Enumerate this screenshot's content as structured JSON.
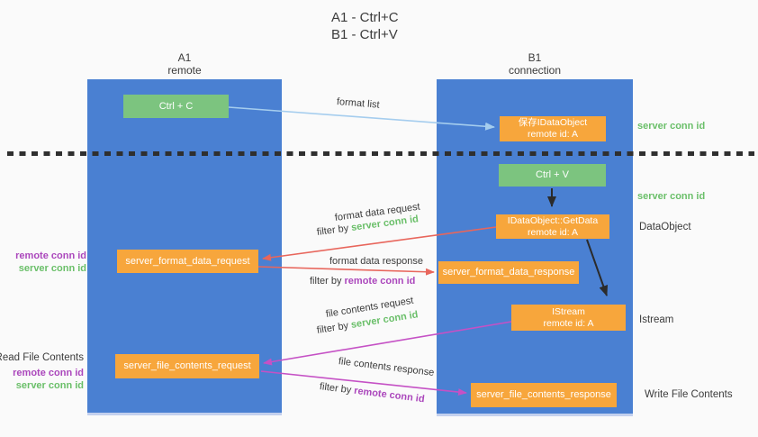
{
  "title": {
    "line1": "A1 - Ctrl+C",
    "line2": "B1 - Ctrl+V"
  },
  "lanes": {
    "left": {
      "id": "A1",
      "role": "remote"
    },
    "right": {
      "id": "B1",
      "role": "connection"
    }
  },
  "boxes": {
    "ctrl_c": "Ctrl + C",
    "ctrl_v": "Ctrl + V",
    "save_dataobject": {
      "title": "保存IDataObject",
      "subtitle": "remote id: A"
    },
    "getdata": {
      "title": "IDataObject::GetData",
      "subtitle": "remote id: A"
    },
    "istream": {
      "title": "IStream",
      "subtitle": "remote id: A"
    },
    "format_request": "server_format_data_request",
    "format_response": "server_format_data_response",
    "file_request": "server_file_contents_request",
    "file_response": "server_file_contents_response"
  },
  "arrow_labels": {
    "format_list": "format list",
    "format_data_request": "format data request",
    "format_data_response": "format data response",
    "file_contents_request": "file contents request",
    "file_contents_response": "file contents response",
    "filter_by": "filter by "
  },
  "side_labels": {
    "server_conn_id": "server conn id",
    "remote_conn_id": "remote conn id",
    "dataobject": "DataObject",
    "istream": "Istream",
    "read_file_contents": "Read File Contents",
    "write_file_contents": "Write File Contents"
  },
  "colors": {
    "background": "#fafafa",
    "lane_blue": "#4a80d2",
    "green_box": "#7cc47f",
    "orange_box": "#f7a63c",
    "server_conn_id_green": "#6abf69",
    "remote_conn_id_purple": "#ab47bc",
    "format_arrow_red": "#e8665c",
    "file_arrow_magenta": "#c551c5",
    "format_list_arrow_blue": "#a5cdee",
    "black_arrow": "#2b2b2b",
    "text_dark": "#3b3b3b"
  }
}
